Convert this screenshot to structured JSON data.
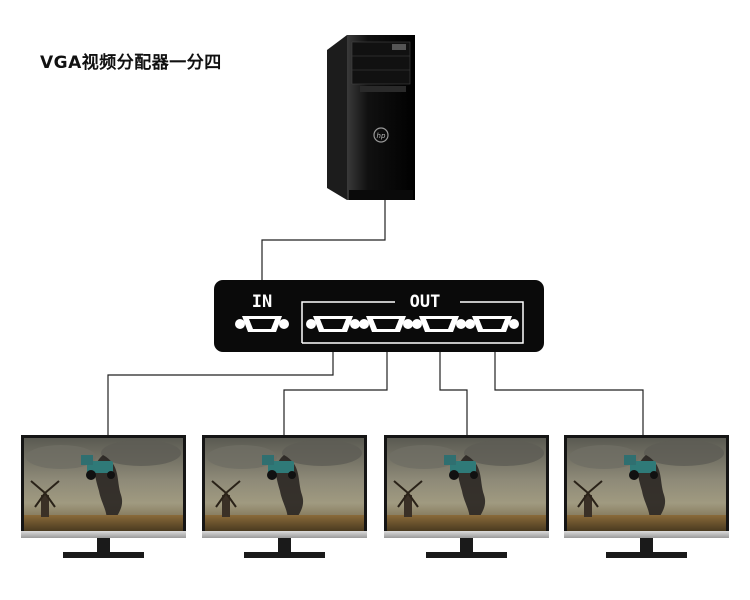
{
  "title": "VGA视频分配器一分四",
  "splitter": {
    "in_label": "IN",
    "out_label": "OUT"
  },
  "pc": {
    "icon": "desktop-computer-icon",
    "brand_icon": "hp-logo-icon"
  },
  "monitors": [
    {
      "icon": "monitor-icon"
    },
    {
      "icon": "monitor-icon"
    },
    {
      "icon": "monitor-icon"
    },
    {
      "icon": "monitor-icon"
    }
  ],
  "colors": {
    "device": "#0a0a0a",
    "cable": "#222222",
    "stand": "#1a1a1a"
  }
}
